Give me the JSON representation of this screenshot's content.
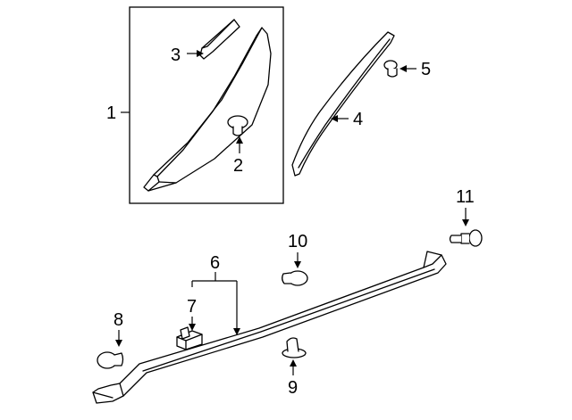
{
  "callouts": {
    "c1": "1",
    "c2": "2",
    "c3": "3",
    "c4": "4",
    "c5": "5",
    "c6": "6",
    "c7": "7",
    "c8": "8",
    "c9": "9",
    "c10": "10",
    "c11": "11"
  },
  "colors": {
    "ink": "#000000",
    "background": "#ffffff"
  }
}
